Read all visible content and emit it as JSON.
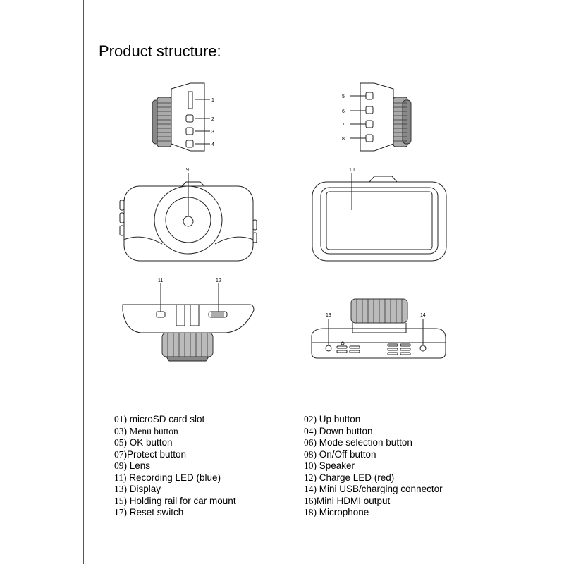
{
  "title": "Product structure:",
  "callouts": [
    "1",
    "2",
    "3",
    "4",
    "5",
    "6",
    "7",
    "8",
    "9",
    "10",
    "11",
    "12",
    "13",
    "14"
  ],
  "parts_left": [
    {
      "num": "01)",
      "label": " microSD card slot",
      "serif": false
    },
    {
      "num": "03)",
      "label": " Menu button",
      "serif": true
    },
    {
      "num": "05)",
      "label": " OK button",
      "serif": false
    },
    {
      "num": "07)",
      "label": "Protect button",
      "serif": false
    },
    {
      "num": "09)",
      "label": " Lens",
      "serif": false
    },
    {
      "num": "11)",
      "label": " Recording LED (blue)",
      "serif": false
    },
    {
      "num": "13)",
      "label": " Display",
      "serif": false
    },
    {
      "num": "15)",
      "label": " Holding rail for car mount",
      "serif": false
    },
    {
      "num": "17)",
      "label": " Reset switch",
      "serif": false
    }
  ],
  "parts_right": [
    {
      "num": "02)",
      "label": " Up button",
      "serif": false
    },
    {
      "num": "04)",
      "label": " Down button",
      "serif": false
    },
    {
      "num": "06)",
      "label": " Mode selection button",
      "serif": false
    },
    {
      "num": "08)",
      "label": " On/Off button",
      "serif": false
    },
    {
      "num": "10)",
      "label": " Speaker",
      "serif": false
    },
    {
      "num": "12)",
      "label": " Charge LED (red)",
      "serif": false
    },
    {
      "num": "14)",
      "label": " Mini USB/charging connector",
      "serif": false
    },
    {
      "num": "16)",
      "label": "Mini HDMI output",
      "serif": false
    },
    {
      "num": "18)",
      "label": " Microphone",
      "serif": false
    }
  ]
}
